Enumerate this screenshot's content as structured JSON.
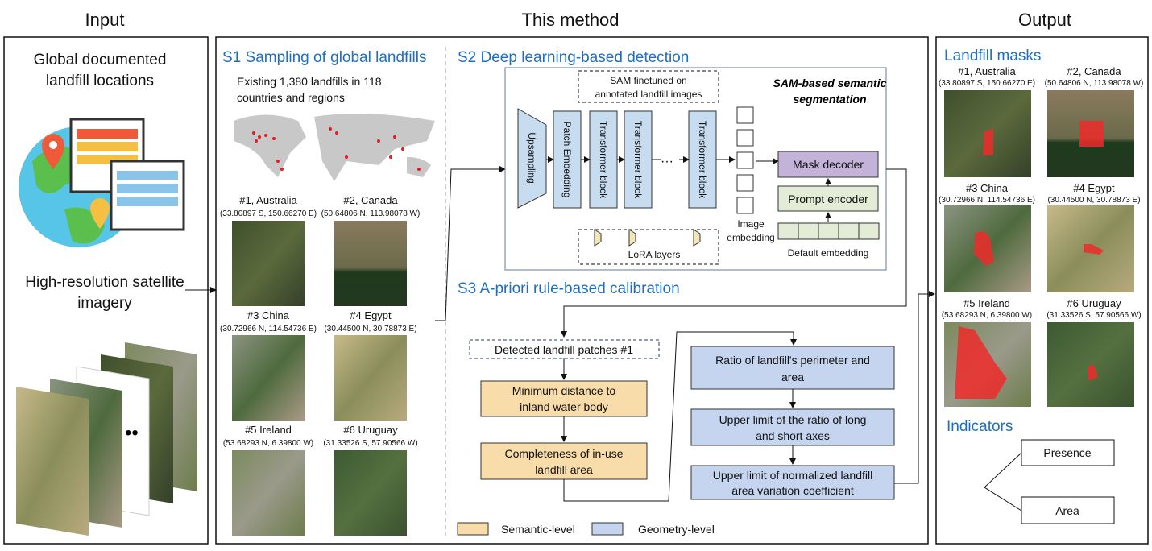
{
  "headers": {
    "input": "Input",
    "method": "This method",
    "output": "Output"
  },
  "input": {
    "line1": "Global documented",
    "line2": "landfill locations",
    "line3": "High-resolution satellite",
    "line4": "imagery",
    "dots": "••"
  },
  "s1": {
    "title": "S1 Sampling of global landfills",
    "desc1": "Existing 1,380 landfills in 118",
    "desc2": "countries and regions",
    "samples": [
      {
        "name": "#1, Australia",
        "coord": "(33.80897 S, 150.66270 E)"
      },
      {
        "name": "#2, Canada",
        "coord": "(50.64806 N, 113.98078 W)"
      },
      {
        "name": "#3 China",
        "coord": "(30.72966 N, 114.54736 E)"
      },
      {
        "name": "#4 Egypt",
        "coord": "(30.44500 N, 30.78873 E)"
      },
      {
        "name": "#5 Ireland",
        "coord": "(53.68293 N, 6.39800 W)"
      },
      {
        "name": "#6 Uruguay",
        "coord": "(31.33526 S, 57.90566 W)"
      }
    ]
  },
  "s2": {
    "title": "S2 Deep learning-based detection",
    "sam_finetuned1": "SAM finetuned on",
    "sam_finetuned2": "annotated landfill images",
    "sam_title1": "SAM-based semantic",
    "sam_title2": "segmentation",
    "upsampling": "Upsampling",
    "patch_embedding": "Patch Embedding",
    "transformer": "Transformer block",
    "ellipsis": "···",
    "image_embedding1": "Image",
    "image_embedding2": "embedding",
    "mask_decoder": "Mask decoder",
    "prompt_encoder": "Prompt encoder",
    "default_embedding": "Default embedding",
    "lora": "LoRA layers"
  },
  "s3": {
    "title": "S3 A-priori rule-based calibration",
    "detected": "Detected landfill patches #1",
    "semantic_rules": [
      [
        "Minimum distance to",
        "inland water body"
      ],
      [
        "Completeness of in-use",
        "landfill area"
      ]
    ],
    "geometry_rules": [
      [
        "Ratio of landfill's perimeter and",
        "area"
      ],
      [
        "Upper limit of the ratio of long",
        "and short axes"
      ],
      [
        "Upper limit of normalized landfill",
        "area variation coefficient"
      ]
    ],
    "legend_semantic": "Semantic-level",
    "legend_geometry": "Geometry-level"
  },
  "output": {
    "masks_title": "Landfill masks",
    "indicators_title": "Indicators",
    "presence": "Presence",
    "area": "Area"
  },
  "colors": {
    "accent": "#1f6fbf",
    "semantic": "#f8dcaa",
    "geometry": "#c5d5ef",
    "mask_decoder": "#c3b3d9",
    "prompt": "#e3ecd6",
    "mask": "#ee2a2a"
  }
}
